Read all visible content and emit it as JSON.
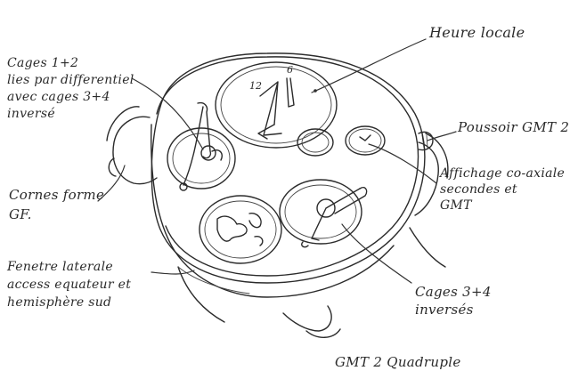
{
  "annotations": [
    {
      "id": "heure-locale",
      "text": "Heure locale"
    },
    {
      "id": "cages-1-2",
      "text": "Cages 1+2\nlies par differentiel\navec cages 3+4\ninversé"
    },
    {
      "id": "poussoir-gmt2",
      "text": "Poussoir GMT 2"
    },
    {
      "id": "affichage-coaxiale",
      "text": "Affichage co-axiale\nsecondes et\nGMT"
    },
    {
      "id": "cornes-forme",
      "text": "Cornes forme\nGF."
    },
    {
      "id": "fenetre-laterale",
      "text": "Fenetre laterale\naccess equateur et\nhemisphère sud"
    },
    {
      "id": "cages-3-4",
      "text": "Cages 3+4\ninversés"
    },
    {
      "id": "caption",
      "text": "GMT 2 Quadruple"
    }
  ],
  "dial_numerals": {
    "twelve": "12",
    "six": "6"
  }
}
